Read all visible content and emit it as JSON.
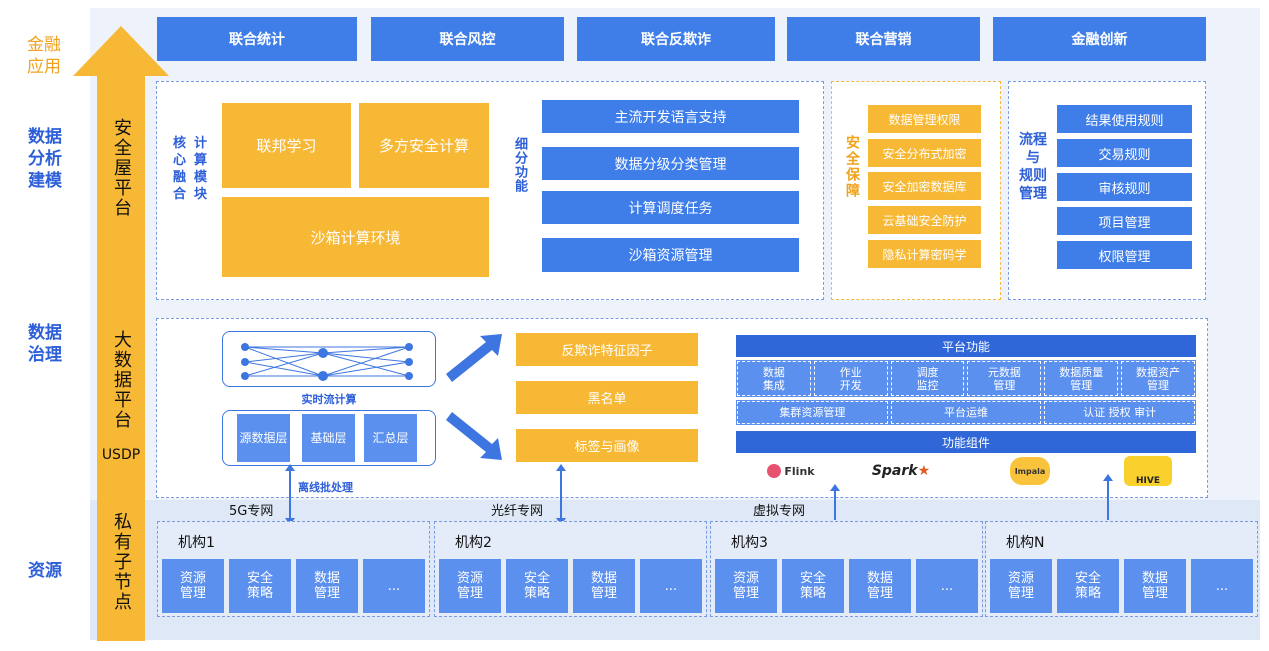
{
  "left_labels": {
    "finance_app": "金融\n应用",
    "data_analysis": "数据\n分析\n建模",
    "data_governance": "数据\n治理",
    "resources": "资源"
  },
  "arrow_column": {
    "security_platform": "安全屋平台",
    "big_data_platform": "大数据平台",
    "usdp": "USDP",
    "private_node": "私有子节点"
  },
  "top_apps": [
    "联合统计",
    "联合风控",
    "联合反欺诈",
    "联合营销",
    "金融创新"
  ],
  "analysis": {
    "core_label": "核计心算融模合块",
    "core_blocks": {
      "federated": "联邦学习",
      "mpc": "多方安全计算",
      "sandbox": "沙箱计算环境"
    },
    "subdivide_label": "细分功能",
    "subdivide_items": [
      "主流开发语言支持",
      "数据分级分类管理",
      "计算调度任务",
      "沙箱资源管理"
    ],
    "security_label": "安全保障",
    "security_items": [
      "数据管理权限",
      "安全分布式加密",
      "安全加密数据库",
      "云基础安全防护",
      "隐私计算密码学"
    ],
    "process_label": "流程与规则管理",
    "process_items": [
      "结果使用规则",
      "交易规则",
      "审核规则",
      "项目管理",
      "权限管理"
    ]
  },
  "governance": {
    "realtime_label": "实时流计算",
    "layers": [
      "源数据层",
      "基础层",
      "汇总层"
    ],
    "batch_label": "离线批处理",
    "outputs": [
      "反欺诈特征因子",
      "黑名单",
      "标签与画像"
    ],
    "platform_title": "平台功能",
    "platform_row1": [
      "数据\n集成",
      "作业\n开发",
      "调度\n监控",
      "元数据\n管理",
      "数据质量\n管理",
      "数据资产\n管理"
    ],
    "platform_row2": [
      "集群资源管理",
      "平台运维",
      "认证 授权 审计"
    ],
    "components_title": "功能组件",
    "components": [
      "Flink",
      "Spark",
      "Impala",
      "HIVE"
    ]
  },
  "networks": [
    "5G专网",
    "光纤专网",
    "虚拟专网"
  ],
  "institutions": [
    {
      "name": "机构1",
      "cells": [
        "资源\n管理",
        "安全\n策略",
        "数据\n管理",
        "..."
      ]
    },
    {
      "name": "机构2",
      "cells": [
        "资源\n管理",
        "安全\n策略",
        "数据\n管理",
        "..."
      ]
    },
    {
      "name": "机构3",
      "cells": [
        "资源\n管理",
        "安全\n策略",
        "数据\n管理",
        "..."
      ]
    },
    {
      "name": "机构N",
      "cells": [
        "资源\n管理",
        "安全\n策略",
        "数据\n管理",
        "..."
      ]
    }
  ],
  "colors": {
    "blue": "#3f7ee8",
    "dark_blue": "#2d5fd8",
    "orange": "#f7b835",
    "panel": "#eef2fb",
    "resource_panel": "#dfe8f6"
  }
}
